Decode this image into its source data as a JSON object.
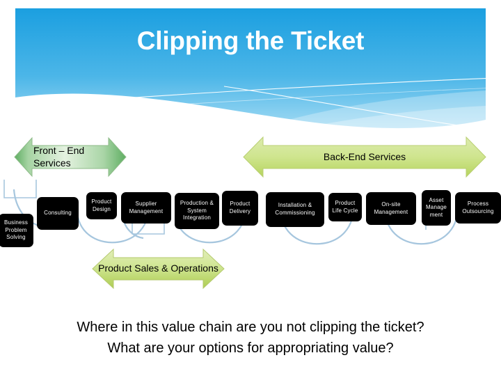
{
  "slide": {
    "title": "Clipping the Ticket",
    "theme_accent": "#1b9fe0",
    "box_color": "#000000",
    "arrow_green_front": "#8cc98c",
    "arrow_green_back": "#c3d96b",
    "arc_color": "#9fc3dd"
  },
  "banners": {
    "front_end": {
      "line1": "Front – End",
      "line2": "Services"
    },
    "back_end": {
      "label": "Back-End Services"
    },
    "bottom": {
      "line1": "Product Sales &",
      "line2": "Operations"
    }
  },
  "value_chain": {
    "boxes": [
      {
        "label": "Business Problem Solving"
      },
      {
        "label": "Consulting"
      },
      {
        "label": "Product Design"
      },
      {
        "label": "Supplier Management"
      },
      {
        "label": "Production & System Integration"
      },
      {
        "label": "Product Delivery"
      },
      {
        "label": "Installation & Commissioning"
      },
      {
        "label": "Product Life Cycle"
      },
      {
        "label": "On-site Management"
      },
      {
        "label": "Asset Manage ment"
      },
      {
        "label": "Process Outsourcing"
      }
    ]
  },
  "question": {
    "line1": "Where in this value chain are you not clipping the ticket?",
    "line2": "What are your options for appropriating value?"
  }
}
